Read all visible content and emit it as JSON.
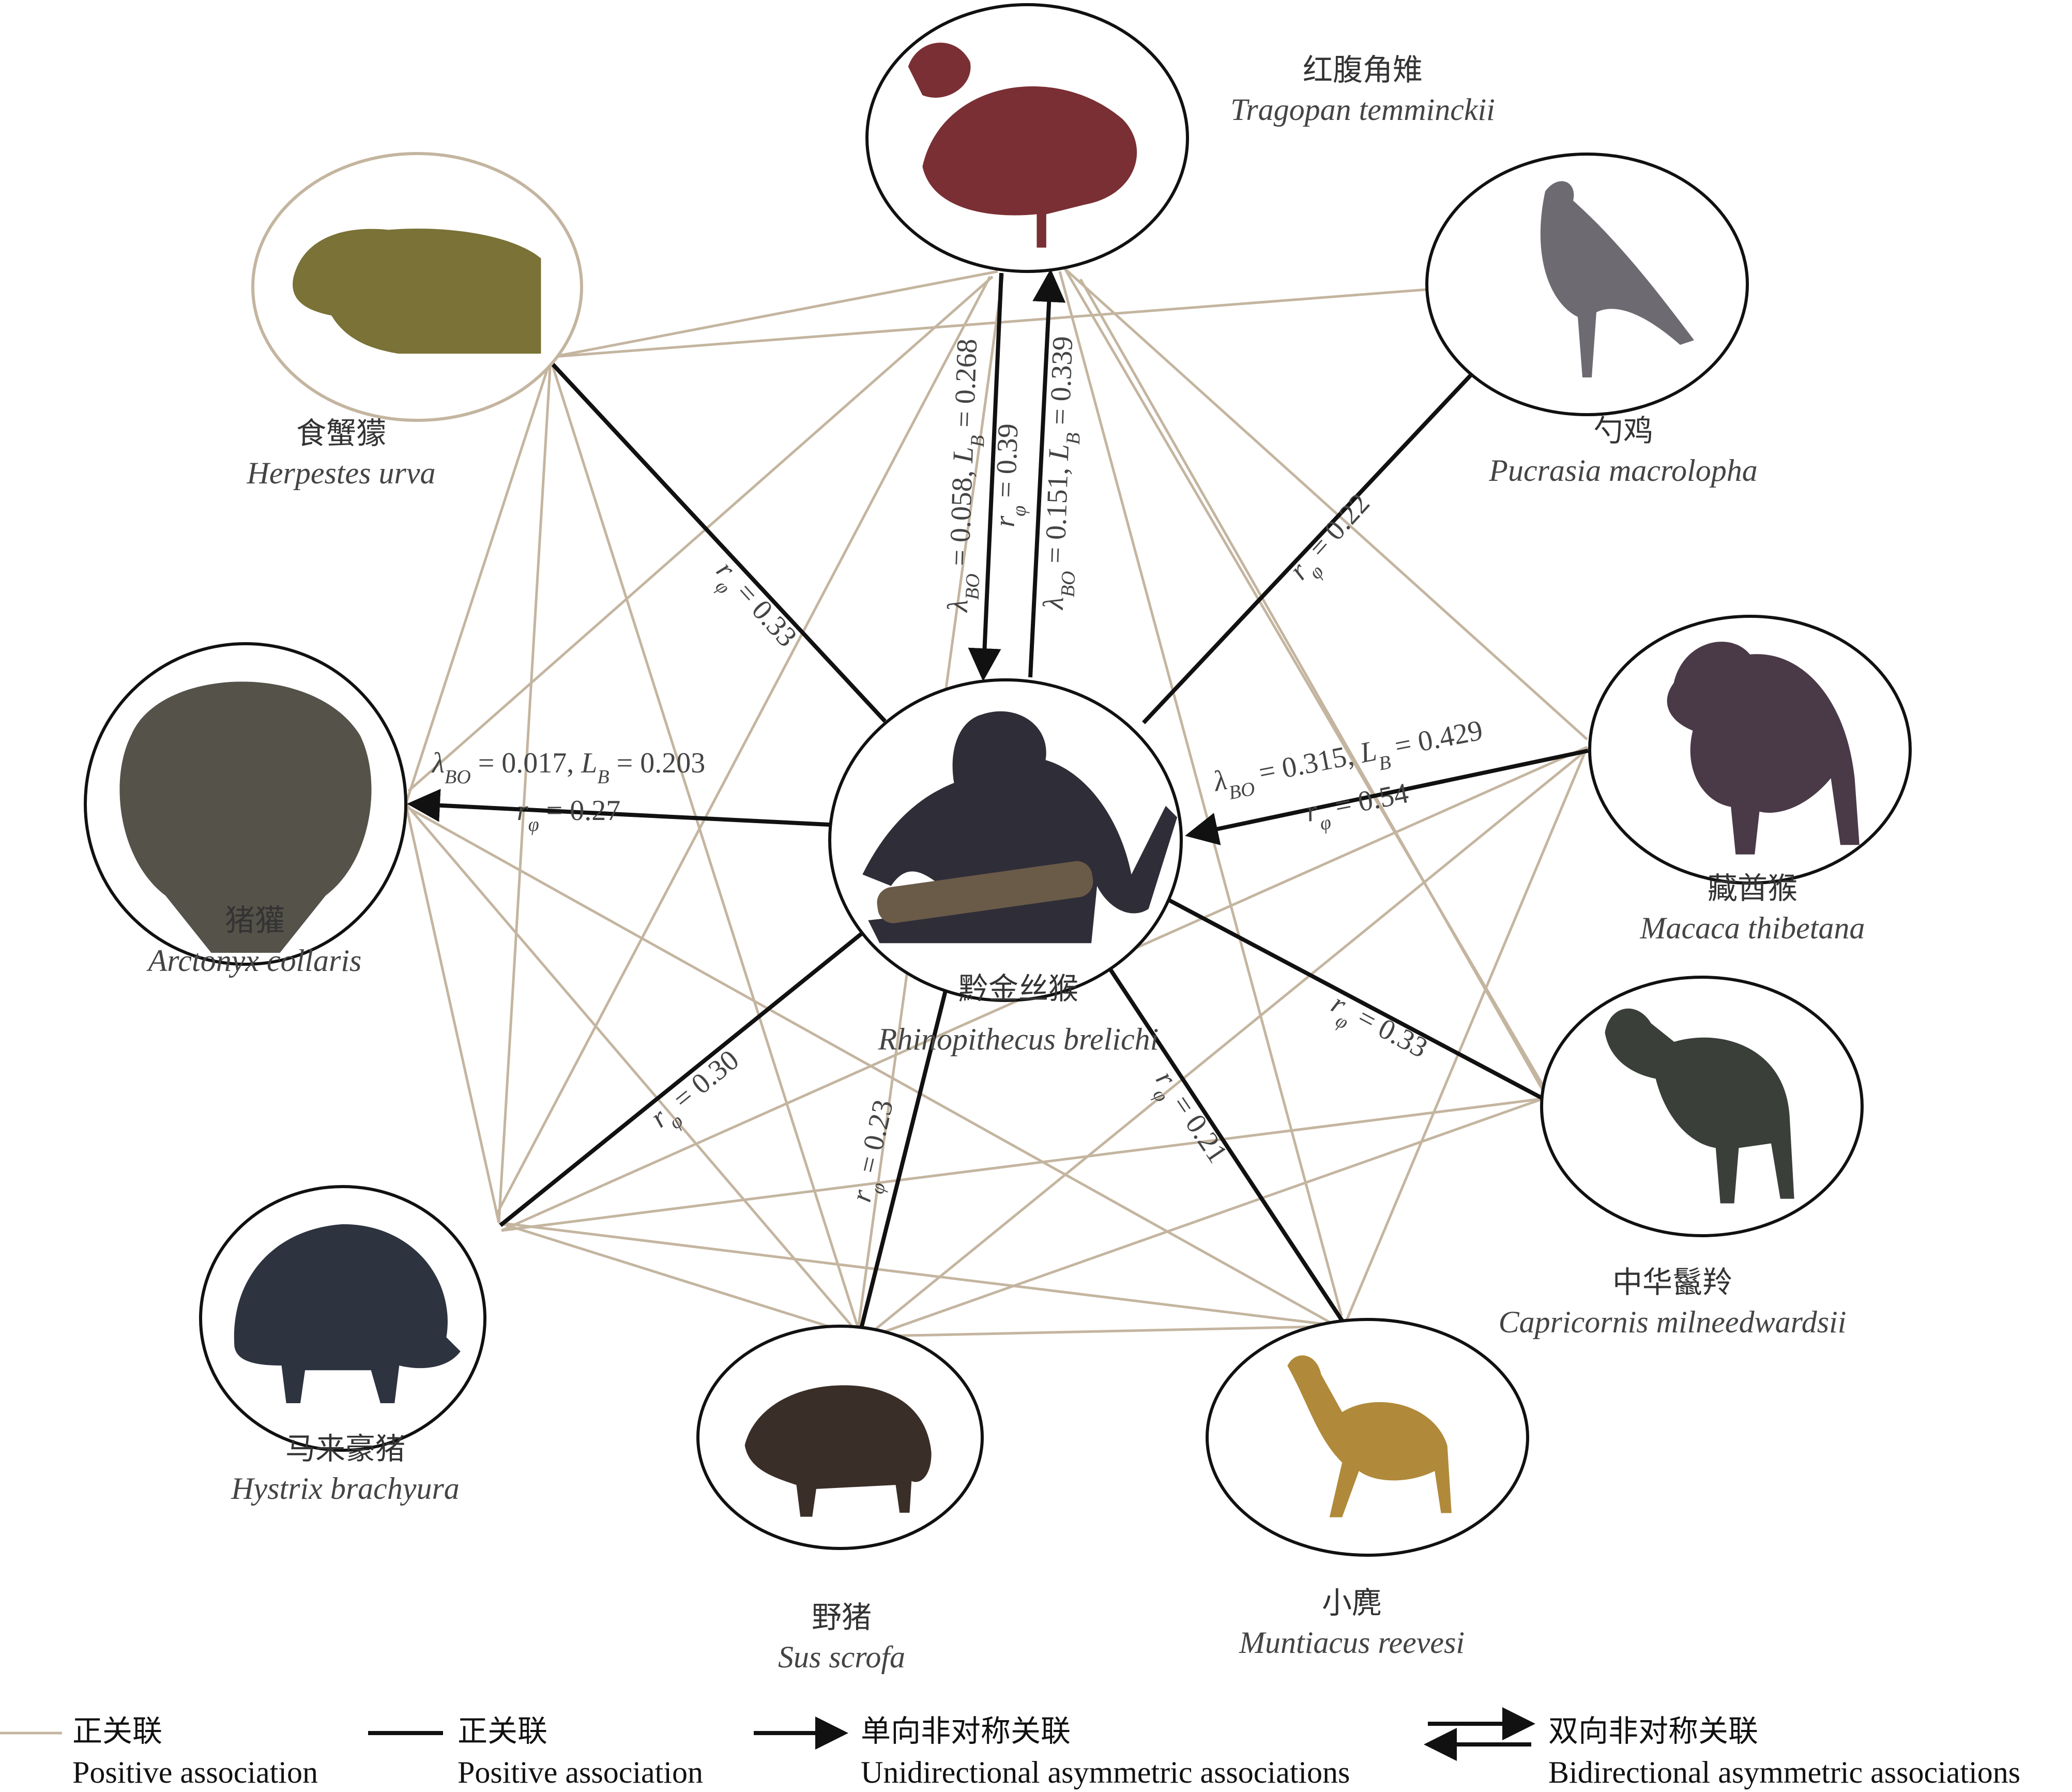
{
  "colors": {
    "positive_tan": "#c4b5a0",
    "strong_black": "#111111"
  },
  "nodes": [
    {
      "id": "tragopan",
      "zh": "红腹角雉",
      "sci": "Tragopan temminckii",
      "icon": "tragopan-bird-icon"
    },
    {
      "id": "pucrasia",
      "zh": "勺鸡",
      "sci": "Pucrasia macrolopha",
      "icon": "koklass-pheasant-icon"
    },
    {
      "id": "macaca",
      "zh": "藏酋猴",
      "sci": "Macaca thibetana",
      "icon": "macaque-icon"
    },
    {
      "id": "capricornis",
      "zh": "中华鬣羚",
      "sci": "Capricornis milneedwardsii",
      "icon": "serow-icon"
    },
    {
      "id": "muntiacus",
      "zh": "小麂",
      "sci": "Muntiacus reevesi",
      "icon": "muntjac-icon"
    },
    {
      "id": "sus",
      "zh": "野猪",
      "sci": "Sus scrofa",
      "icon": "wild-boar-icon"
    },
    {
      "id": "hystrix",
      "zh": "马来豪猪",
      "sci": "Hystrix brachyura",
      "icon": "porcupine-icon"
    },
    {
      "id": "arctonyx",
      "zh": "猪獾",
      "sci": "Arctonyx collaris",
      "icon": "hog-badger-icon"
    },
    {
      "id": "herpestes",
      "zh": "食蟹獴",
      "sci": "Herpestes urva",
      "icon": "mongoose-icon"
    },
    {
      "id": "rhino",
      "zh": "黔金丝猴",
      "sci": "Rhinopithecus brelichi",
      "icon": "golden-monkey-icon"
    }
  ],
  "positive_links": [
    [
      "herpestes",
      "tragopan"
    ],
    [
      "herpestes",
      "pucrasia"
    ],
    [
      "herpestes",
      "arctonyx"
    ],
    [
      "herpestes",
      "hystrix"
    ],
    [
      "herpestes",
      "sus"
    ],
    [
      "tragopan",
      "arctonyx"
    ],
    [
      "tragopan",
      "hystrix"
    ],
    [
      "tragopan",
      "macaca"
    ],
    [
      "tragopan",
      "capricornis"
    ],
    [
      "tragopan",
      "muntiacus"
    ],
    [
      "tragopan",
      "sus"
    ],
    [
      "pucrasia",
      "capricornis"
    ],
    [
      "macaca",
      "hystrix"
    ],
    [
      "macaca",
      "sus"
    ],
    [
      "macaca",
      "muntiacus"
    ],
    [
      "capricornis",
      "sus"
    ],
    [
      "capricornis",
      "hystrix"
    ],
    [
      "arctonyx",
      "hystrix"
    ],
    [
      "arctonyx",
      "sus"
    ],
    [
      "arctonyx",
      "muntiacus"
    ],
    [
      "hystrix",
      "sus"
    ],
    [
      "hystrix",
      "muntiacus"
    ],
    [
      "sus",
      "muntiacus"
    ]
  ],
  "strong_links": [
    {
      "id": "herpestes",
      "type": "positive",
      "lines": [
        "r_φ = 0.33"
      ]
    },
    {
      "id": "pucrasia",
      "type": "positive",
      "lines": [
        "r_φ = 0.22"
      ]
    },
    {
      "id": "capricornis",
      "type": "positive",
      "lines": [
        "r_φ = 0.33"
      ]
    },
    {
      "id": "muntiacus",
      "type": "positive",
      "lines": [
        "r_φ = 0.21"
      ]
    },
    {
      "id": "sus",
      "type": "positive",
      "lines": [
        "r_φ = 0.23"
      ]
    },
    {
      "id": "hystrix",
      "type": "positive",
      "lines": [
        "r_φ = 0.30"
      ]
    },
    {
      "id": "arctonyx",
      "type": "unidirectional",
      "lines": [
        "λ_BO = 0.017, L_B = 0.203",
        "r_φ = 0.27"
      ]
    },
    {
      "id": "macaca",
      "type": "unidirectional",
      "lines": [
        "λ_BO = 0.315, L_B = 0.429",
        "r_φ = 0.54"
      ]
    },
    {
      "id": "tragopan",
      "type": "bidirectional",
      "lines": [
        "λ_BO = 0.058, L_B = 0.268",
        "r_φ = 0.39",
        "λ_BO = 0.151, L_B = 0.339"
      ]
    }
  ],
  "legend": [
    {
      "zh": "正关联",
      "en": "Positive association",
      "style": "tan-line"
    },
    {
      "zh": "正关联",
      "en": "Positive association",
      "style": "black-line"
    },
    {
      "zh": "单向非对称关联",
      "en": "Unidirectional asymmetric associations",
      "style": "single-arrow"
    },
    {
      "zh": "双向非对称关联",
      "en": "Bidirectional asymmetric associations",
      "style": "double-arrow"
    }
  ]
}
